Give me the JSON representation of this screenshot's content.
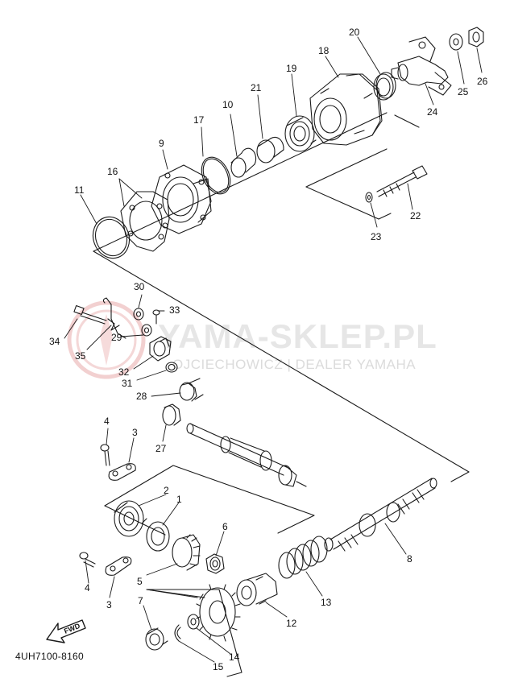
{
  "diagram": {
    "part_code": "4UH7100-8160",
    "fwd_label": "FWD"
  },
  "watermark": {
    "title": "YAMA-SKLEP.PL",
    "subtitle": "OJCIECHOWICZ | DEALER YAMAHA"
  },
  "callouts": [
    "1",
    "2",
    "3",
    "3",
    "4",
    "4",
    "5",
    "6",
    "7",
    "8",
    "9",
    "10",
    "11",
    "12",
    "13",
    "14",
    "15",
    "16",
    "17",
    "18",
    "19",
    "20",
    "21",
    "22",
    "23",
    "24",
    "25",
    "26",
    "27",
    "28",
    "29",
    "30",
    "31",
    "32",
    "33",
    "34",
    "35"
  ],
  "colors": {
    "line": "#1a1a1a",
    "watermark": "#c8c8c8",
    "watermark_logo": "#e8a0a0"
  }
}
